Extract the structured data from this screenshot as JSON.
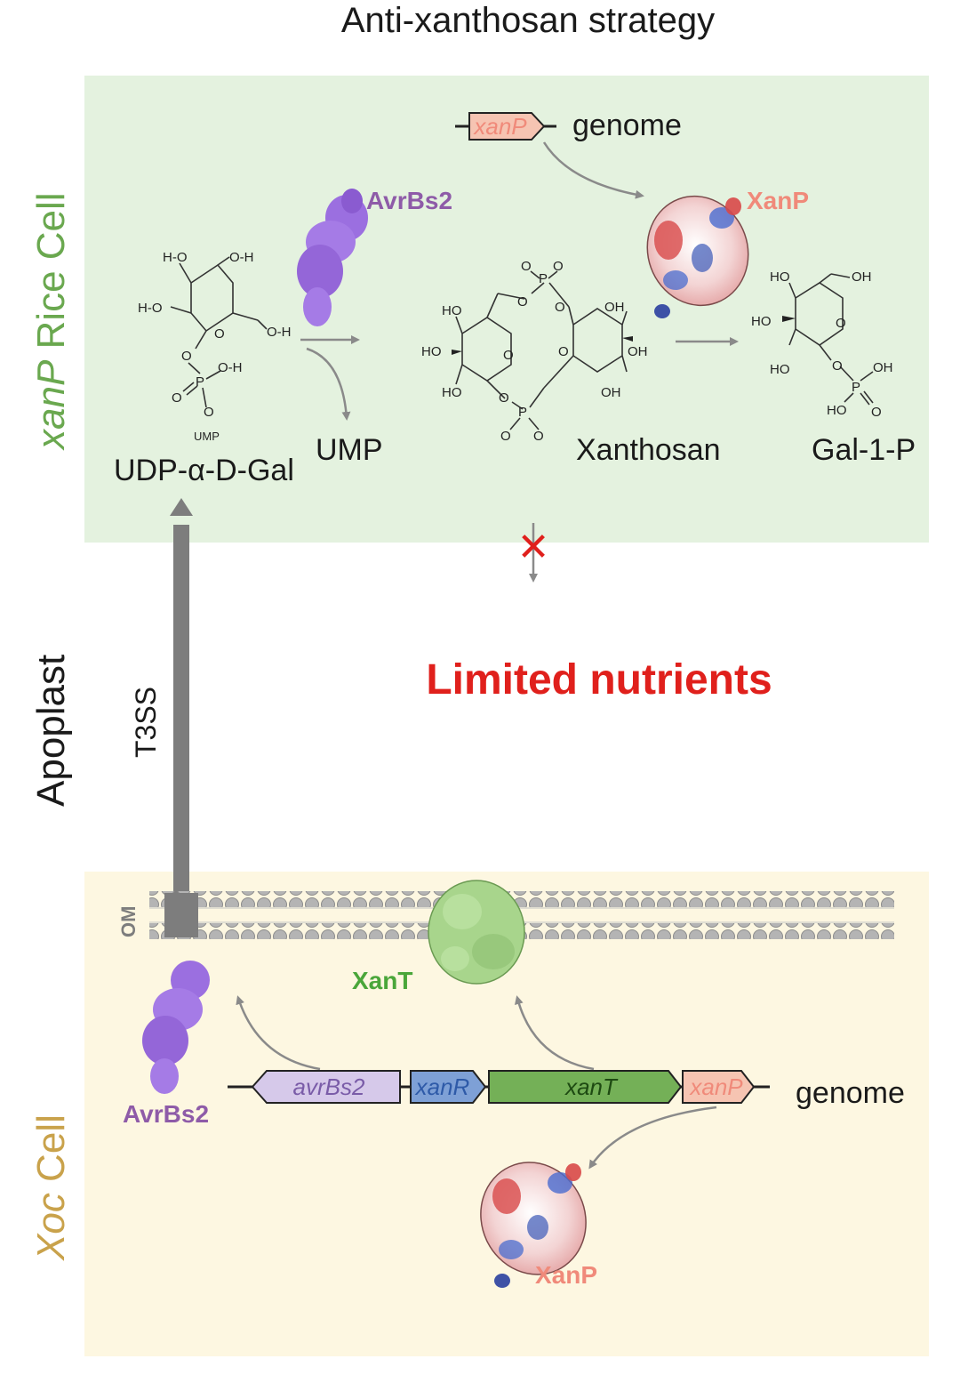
{
  "title": "Anti-xanthosan strategy",
  "regions": {
    "rice_cell": {
      "gene": "xanP",
      "label": " Rice Cell",
      "bg_color": "#e4f2df",
      "label_color": "#6aa84f"
    },
    "apoplast": {
      "label": "Apoplast"
    },
    "xoc_cell": {
      "gene": "Xoc",
      "label": " Cell",
      "bg_color": "#fdf7e1",
      "label_color": "#c9a24b"
    }
  },
  "rice": {
    "genome_label": "genome",
    "gene_xanP": "xanP",
    "protein_avrbs2": "AvrBs2",
    "protein_xanp": "XanP",
    "molecules": {
      "udp_gal": "UDP-α-D-Gal",
      "ump": "UMP",
      "xanthosan": "Xanthosan",
      "gal1p": "Gal-1-P"
    },
    "atoms": {
      "ho": "HO",
      "oh": "OH",
      "o": "O",
      "p": "P",
      "h_o": "H-O",
      "o_h": "O-H",
      "ump_small": "UMP"
    }
  },
  "apoplast_section": {
    "t3ss_label": "T3SS",
    "limited_nutrients": "Limited nutrients",
    "block_symbol": "✕"
  },
  "xoc": {
    "membrane_label": "OM",
    "protein_xant": "XanT",
    "protein_avrbs2": "AvrBs2",
    "protein_xanp": "XanP",
    "genome_label": "genome",
    "genes": [
      "avrBs2",
      "xanR",
      "xanT",
      "xanP"
    ]
  },
  "colors": {
    "avrbs2": "#8e5ba8",
    "avrbs2_surface": "#9b6fe0",
    "xanp": "#f08a7a",
    "xant": "#4aa63a",
    "xant_surface": "#a8d58c",
    "limited": "#e0201c",
    "gene_avrbs2": "#d6c9ea",
    "gene_xanr": "#7ea0d6",
    "gene_xant": "#74b057",
    "gene_xanp": "#f6c4b2",
    "membrane": "#b4b4b4",
    "arrow": "#8a8a8a",
    "t3ss": "#7d7d7d"
  }
}
